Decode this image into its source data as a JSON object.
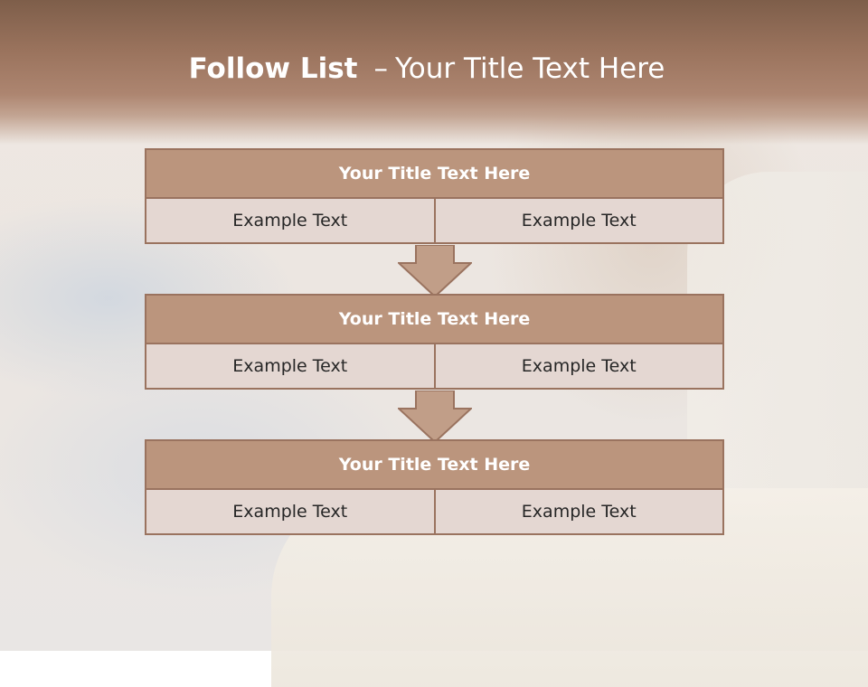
{
  "slide": {
    "title_bold": "Follow List",
    "title_separator": "–",
    "title_rest": "Your Title Text Here"
  },
  "blocks": [
    {
      "title": "Your Title Text Here",
      "cells": [
        "Example Text",
        "Example Text"
      ]
    },
    {
      "title": "Your Title Text Here",
      "cells": [
        "Example Text",
        "Example Text"
      ]
    },
    {
      "title": "Your Title Text Here",
      "cells": [
        "Example Text",
        "Example Text"
      ]
    }
  ],
  "colors": {
    "header": "#9a735d",
    "block_title_fill": "#bb957d",
    "block_border": "#9a735f",
    "cell_fill": "#e4d7d2",
    "arrow_fill": "#c19e88"
  }
}
